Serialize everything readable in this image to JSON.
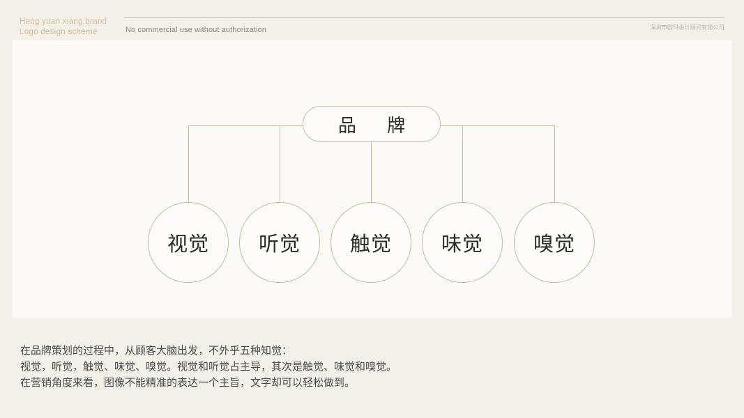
{
  "header": {
    "logo_line1": "Heng yuan xiang brand",
    "logo_line2": "Logo design scheme",
    "note": "No commercial use without authorization",
    "company": "深圳市欧玛设计顾问有限公司",
    "accent_color": "#d6bc97",
    "rule_color": "#c9c4ba"
  },
  "diagram": {
    "root_label": "品  牌",
    "line_color": "#cdbba6",
    "node_bg": "#fdfcfa",
    "nodes": [
      {
        "label": "视觉"
      },
      {
        "label": "听觉"
      },
      {
        "label": "触觉"
      },
      {
        "label": "味觉"
      },
      {
        "label": "嗅觉"
      }
    ]
  },
  "caption": {
    "line1": "在品牌策划的过程中，从顾客大脑出发，不外乎五种知觉：",
    "line2": "视觉，听觉，触觉、味觉、嗅觉。视觉和听觉占主导，其次是触觉、味觉和嗅觉。",
    "line3": "在营销角度来看，图像不能精准的表达一个主旨，文字却可以轻松做到。"
  },
  "canvas": {
    "background": "#f2f0e9",
    "panel_background": "#fbfaf7"
  }
}
